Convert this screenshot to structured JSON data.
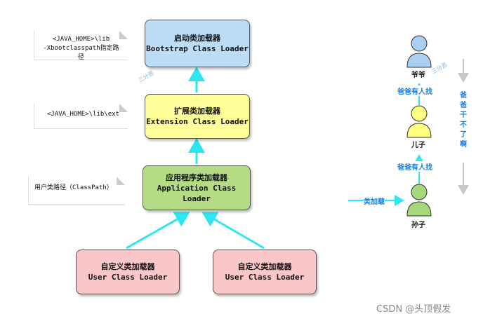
{
  "loaders": {
    "bootstrap": {
      "cn": "启动类加载器",
      "en": "Bootstrap Class Loader",
      "color": "#bcdcf8"
    },
    "extension": {
      "cn": "扩展类加载器",
      "en": "Extension Class Loader",
      "color": "#ffff99"
    },
    "application": {
      "cn": "应用程序类加载器",
      "en": "Application Class Loader",
      "color": "#b3dc85"
    },
    "user1": {
      "cn": "自定义类加载器",
      "en": "User Class Loader",
      "color": "#f9c7c7"
    },
    "user2": {
      "cn": "自定义类加载器",
      "en": "User Class Loader",
      "color": "#f9c7c7"
    }
  },
  "notes": {
    "bootstrap_line1": "<JAVA_HOME>\\lib",
    "bootstrap_line2": "-Xbootclasspath指定路径",
    "extension": "<JAVA_HOME>\\lib\\ext",
    "application": "用户类路径（ClassPath）"
  },
  "family": {
    "grandpa": {
      "label": "爷爷",
      "color": "#a9cff2"
    },
    "son": {
      "label": "儿子",
      "color": "#ffff80"
    },
    "grandson": {
      "label": "孙子",
      "color": "#a6d77a"
    },
    "edge_upper": "爸爸有人找",
    "edge_lower": "爸爸有人找",
    "input_label": "类加载",
    "side_text": "爸爸干不了啊"
  },
  "arrow_color": "#2ee6f0",
  "stamp": "三分恶",
  "watermark": "CSDN @头顶假发"
}
